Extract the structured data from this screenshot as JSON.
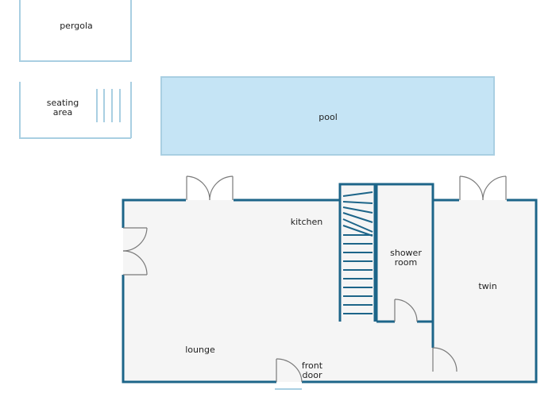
{
  "labels": {
    "pergola": "pergola",
    "seating_1": "seating",
    "seating_2": "area",
    "pool": "pool",
    "kitchen": "kitchen",
    "shower_1": "shower",
    "shower_2": "room",
    "twin": "twin",
    "lounge": "lounge",
    "front_1": "front",
    "front_2": "door"
  },
  "colors": {
    "wall": "#1d6589",
    "outdoor_outline": "#a9cfe2",
    "pool_fill": "#c5e4f5",
    "floor_fill": "#f5f5f5",
    "door_line": "#7a7a7a",
    "text": "#222222"
  }
}
